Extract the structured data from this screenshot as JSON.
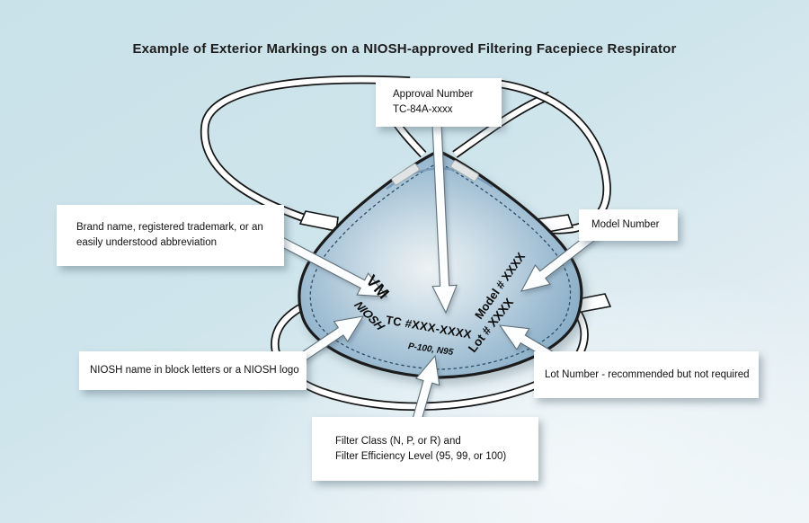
{
  "title": "Example of Exterior Markings on a NIOSH-approved Filtering Facepiece Respirator",
  "callouts": {
    "approval": {
      "text": "Approval Number\nTC-84A-xxxx"
    },
    "brand": {
      "text": "Brand name, registered trademark, or an\neasily understood abbreviation"
    },
    "model": {
      "text": "Model Number"
    },
    "niosh": {
      "text": "NIOSH name in block letters or a NIOSH logo"
    },
    "lot": {
      "text": "Lot Number - recommended but not required"
    },
    "filter": {
      "text": "Filter Class (N, P, or R) and\nFilter Efficiency Level (95, 99, or 100)"
    }
  },
  "mask_markings": {
    "brand": "VM",
    "niosh_logo": "NIOSH",
    "approval": "TC #XXX-XXXX",
    "filter_class": "P-100, N95",
    "model": "Model # XXXX",
    "lot": "Lot # XXXX"
  },
  "colors": {
    "background_blue": "#cbe2ea",
    "background_light": "#f0f6f8",
    "mask_edge_blue": "#7fa6c2",
    "mask_center_light": "#eef2f3",
    "outline_black": "#1a1a1a",
    "stitch_navy": "#2e4d68",
    "strap_white": "#ffffff",
    "callout_box_white": "#ffffff",
    "text_dark": "#111111"
  }
}
